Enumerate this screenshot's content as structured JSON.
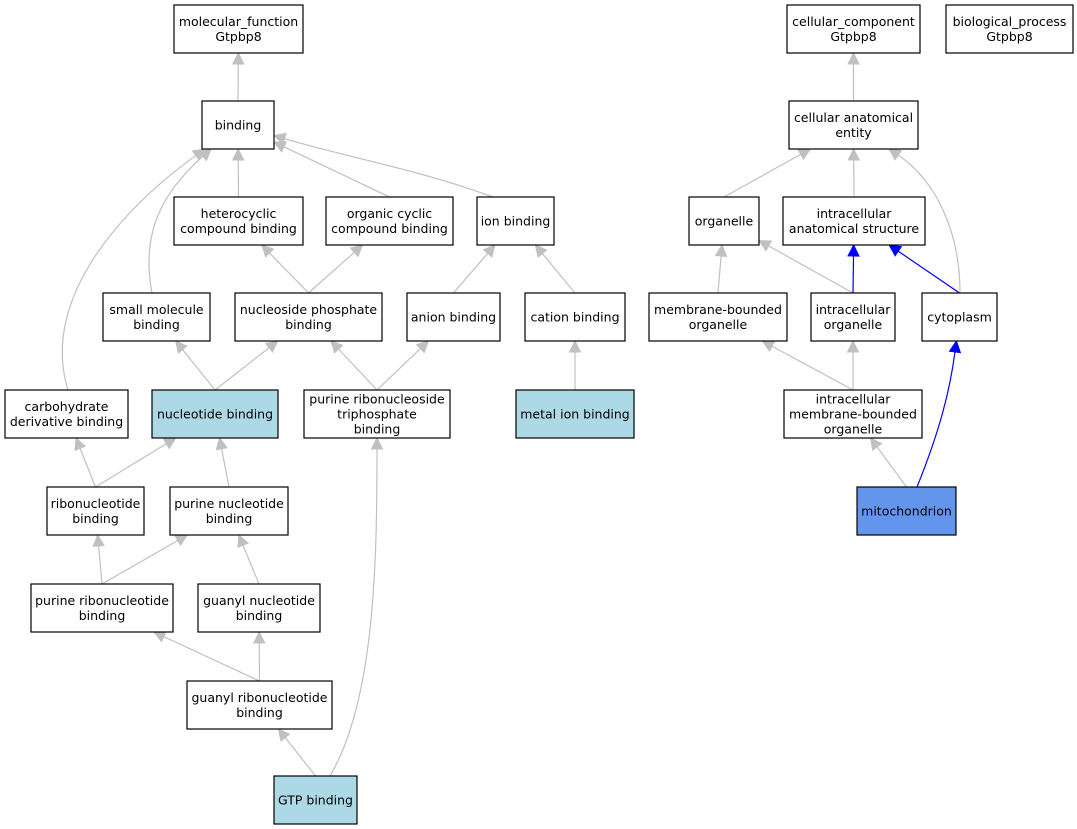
{
  "colors": {
    "default_fill": "#ffffff",
    "highlight_fill": "#add8e6",
    "focus_fill": "#6495ed",
    "edge_gray": "#c0c0c0",
    "edge_blue": "#0000ff",
    "border": "#000000"
  },
  "nodes": [
    {
      "id": "mf",
      "lines": [
        "molecular_function",
        "Gtpbp8"
      ],
      "fill": "default"
    },
    {
      "id": "binding",
      "lines": [
        "binding"
      ],
      "fill": "default"
    },
    {
      "id": "hetero",
      "lines": [
        "heterocyclic",
        "compound binding"
      ],
      "fill": "default"
    },
    {
      "id": "organic",
      "lines": [
        "organic cyclic",
        "compound binding"
      ],
      "fill": "default"
    },
    {
      "id": "ion",
      "lines": [
        "ion binding"
      ],
      "fill": "default"
    },
    {
      "id": "smallmol",
      "lines": [
        "small molecule",
        "binding"
      ],
      "fill": "default"
    },
    {
      "id": "nucphos",
      "lines": [
        "nucleoside phosphate",
        "binding"
      ],
      "fill": "default"
    },
    {
      "id": "anion",
      "lines": [
        "anion binding"
      ],
      "fill": "default"
    },
    {
      "id": "cation",
      "lines": [
        "cation binding"
      ],
      "fill": "default"
    },
    {
      "id": "carb",
      "lines": [
        "carbohydrate",
        "derivative binding"
      ],
      "fill": "default"
    },
    {
      "id": "nucleotide",
      "lines": [
        "nucleotide binding"
      ],
      "fill": "highlight"
    },
    {
      "id": "purtri",
      "lines": [
        "purine ribonucleoside",
        "triphosphate",
        "binding"
      ],
      "fill": "default"
    },
    {
      "id": "metal",
      "lines": [
        "metal ion binding"
      ],
      "fill": "highlight"
    },
    {
      "id": "ribo",
      "lines": [
        "ribonucleotide",
        "binding"
      ],
      "fill": "default"
    },
    {
      "id": "purnuc",
      "lines": [
        "purine nucleotide",
        "binding"
      ],
      "fill": "default"
    },
    {
      "id": "purribo",
      "lines": [
        "purine ribonucleotide",
        "binding"
      ],
      "fill": "default"
    },
    {
      "id": "guanyl",
      "lines": [
        "guanyl nucleotide",
        "binding"
      ],
      "fill": "default"
    },
    {
      "id": "guanylribo",
      "lines": [
        "guanyl ribonucleotide",
        "binding"
      ],
      "fill": "default"
    },
    {
      "id": "gtp",
      "lines": [
        "GTP binding"
      ],
      "fill": "highlight"
    },
    {
      "id": "cc",
      "lines": [
        "cellular_component",
        "Gtpbp8"
      ],
      "fill": "default"
    },
    {
      "id": "bp",
      "lines": [
        "biological_process",
        "Gtpbp8"
      ],
      "fill": "default"
    },
    {
      "id": "cae",
      "lines": [
        "cellular anatomical",
        "entity"
      ],
      "fill": "default"
    },
    {
      "id": "organelle",
      "lines": [
        "organelle"
      ],
      "fill": "default"
    },
    {
      "id": "ias",
      "lines": [
        "intracellular",
        "anatomical structure"
      ],
      "fill": "default"
    },
    {
      "id": "mbo",
      "lines": [
        "membrane-bounded",
        "organelle"
      ],
      "fill": "default"
    },
    {
      "id": "io",
      "lines": [
        "intracellular",
        "organelle"
      ],
      "fill": "default"
    },
    {
      "id": "cyto",
      "lines": [
        "cytoplasm"
      ],
      "fill": "default"
    },
    {
      "id": "imbo",
      "lines": [
        "intracellular",
        "membrane-bounded",
        "organelle"
      ],
      "fill": "default"
    },
    {
      "id": "mito",
      "lines": [
        "mitochondrion"
      ],
      "fill": "focus"
    }
  ],
  "edges": [
    {
      "from": "binding",
      "to": "mf",
      "color": "gray"
    },
    {
      "from": "hetero",
      "to": "binding",
      "color": "gray"
    },
    {
      "from": "organic",
      "to": "binding",
      "color": "gray"
    },
    {
      "from": "ion",
      "to": "binding",
      "color": "gray"
    },
    {
      "from": "smallmol",
      "to": "binding",
      "color": "gray"
    },
    {
      "from": "carb",
      "to": "binding",
      "color": "gray"
    },
    {
      "from": "nucphos",
      "to": "hetero",
      "color": "gray"
    },
    {
      "from": "nucphos",
      "to": "organic",
      "color": "gray"
    },
    {
      "from": "anion",
      "to": "ion",
      "color": "gray"
    },
    {
      "from": "cation",
      "to": "ion",
      "color": "gray"
    },
    {
      "from": "nucleotide",
      "to": "smallmol",
      "color": "gray"
    },
    {
      "from": "nucleotide",
      "to": "nucphos",
      "color": "gray"
    },
    {
      "from": "purtri",
      "to": "nucphos",
      "color": "gray"
    },
    {
      "from": "purtri",
      "to": "anion",
      "color": "gray"
    },
    {
      "from": "metal",
      "to": "cation",
      "color": "gray"
    },
    {
      "from": "ribo",
      "to": "carb",
      "color": "gray"
    },
    {
      "from": "ribo",
      "to": "nucleotide",
      "color": "gray"
    },
    {
      "from": "purnuc",
      "to": "nucleotide",
      "color": "gray"
    },
    {
      "from": "purribo",
      "to": "ribo",
      "color": "gray"
    },
    {
      "from": "purribo",
      "to": "purnuc",
      "color": "gray"
    },
    {
      "from": "guanyl",
      "to": "purnuc",
      "color": "gray"
    },
    {
      "from": "guanylribo",
      "to": "purribo",
      "color": "gray"
    },
    {
      "from": "guanylribo",
      "to": "guanyl",
      "color": "gray"
    },
    {
      "from": "gtp",
      "to": "guanylribo",
      "color": "gray"
    },
    {
      "from": "gtp",
      "to": "purtri",
      "color": "gray"
    },
    {
      "from": "cae",
      "to": "cc",
      "color": "gray"
    },
    {
      "from": "organelle",
      "to": "cae",
      "color": "gray"
    },
    {
      "from": "ias",
      "to": "cae",
      "color": "gray"
    },
    {
      "from": "cyto",
      "to": "cae",
      "color": "gray"
    },
    {
      "from": "mbo",
      "to": "organelle",
      "color": "gray"
    },
    {
      "from": "io",
      "to": "organelle",
      "color": "gray"
    },
    {
      "from": "io",
      "to": "ias",
      "color": "blue"
    },
    {
      "from": "cyto",
      "to": "ias",
      "color": "blue"
    },
    {
      "from": "imbo",
      "to": "mbo",
      "color": "gray"
    },
    {
      "from": "imbo",
      "to": "io",
      "color": "gray"
    },
    {
      "from": "mito",
      "to": "imbo",
      "color": "gray"
    },
    {
      "from": "mito",
      "to": "cyto",
      "color": "blue"
    }
  ]
}
